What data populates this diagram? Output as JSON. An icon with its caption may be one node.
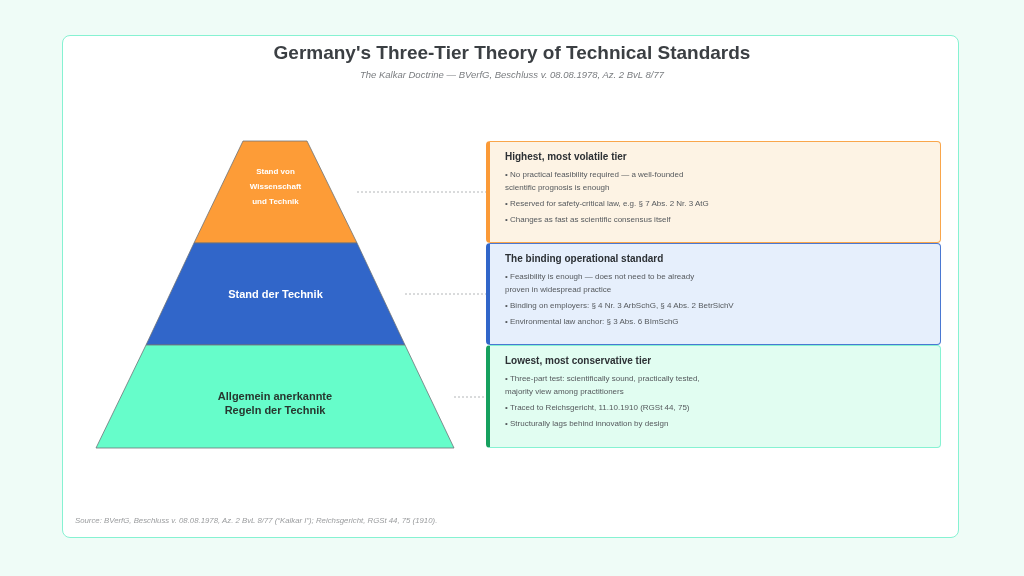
{
  "diagram": {
    "title": "Germany's Three-Tier Theory of Technical Standards",
    "caption": "Source: BVerfG, Beschluss v. 08.08.1978, Az. 2 BvL 8/77 (“Kalkar I”); Reichsgericht, RGSt 44, 75 (1910).",
    "nodes": [
      {
        "text": [
          "Stand von Wissenschaft und Technik"
        ]
      },
      {
        "text": [
          "Stand der Technik"
        ]
      },
      {
        "text": [
          "Allgemein anerkannte Regeln der Technik"
        ]
      },
      {
        "text": [
          "Highest, most volatile tier",
          "• No practical feasibility required — a well-founded scientific prognosis is enough",
          "• Reserved for safety-critical law, e.g. § 7 Abs. 2 Nr. 3 AtG",
          "• Changes as fast as scientific consensus itself"
        ]
      },
      {
        "text": [
          "The binding operational standard",
          "• Feasibility is enough — does not need to be already proven in widespread practice",
          "• Binding on employers: § 4 Nr. 3 ArbSchG, § 4 Abs. 2 BetrSichV",
          "• Environmental law anchor: § 3 Abs. 6 BImSchG"
        ]
      },
      {
        "text": [
          "Lowest, most conservative tier",
          "• Three-part test: scientifically sound, practically tested, majority view among practitioners",
          "• Traced to Reichsgericht, 11.10.1910 (RGSt 44, 75)",
          "• Structurally lags behind innovation by design"
        ]
      }
    ],
    "edges": [
      {
        "from": 0,
        "to": 3,
        "arrow": "none",
        "style": "dashed"
      },
      {
        "from": 1,
        "to": 4,
        "arrow": "none",
        "style": "dashed"
      },
      {
        "from": 2,
        "to": 5,
        "arrow": "none",
        "style": "dashed"
      }
    ],
    "labels": [
      "The Kalkar Doctrine — BVerfG, Beschluss v. 08.08.1978, Az. 2 BvL 8/77"
    ]
  }
}
